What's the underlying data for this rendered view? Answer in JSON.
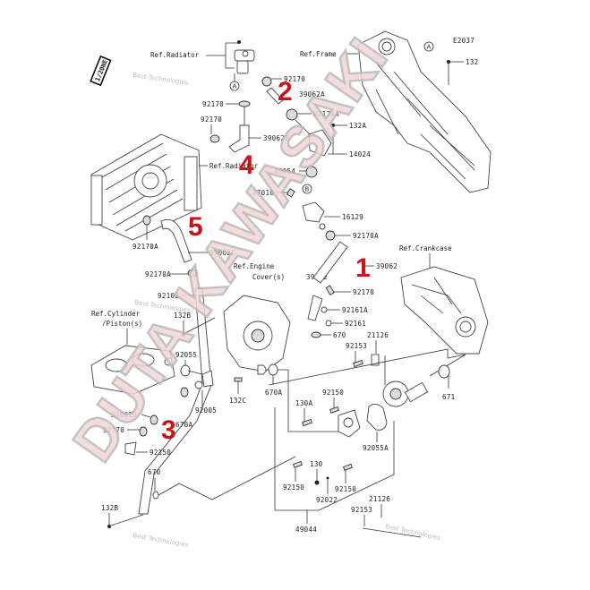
{
  "diagram": {
    "code": "E2037",
    "tag": "1/20NE",
    "watermark": "DUTA KAWASAKI",
    "faint_text": "Best Technologies",
    "references": {
      "radiator_top": "Ref.Radiator",
      "frame": "Ref.Frame",
      "radiator_mid": "Ref.Radiator",
      "crankcase": "Ref.Crankcase",
      "engine_cover_1": "Ref.Engine",
      "engine_cover_2": "Cover(s)",
      "cylinder_1": "Ref.Cylinder",
      "cylinder_2": "/Piston(s)"
    },
    "callouts": {
      "A_top": "A",
      "A_frame": "A",
      "B": "B"
    },
    "highlights": [
      "1",
      "2",
      "3",
      "4",
      "5"
    ],
    "parts": {
      "p132": "132",
      "p92170_top": "92170",
      "p39062A": "39062A",
      "p92170_a": "92170",
      "p92170A_top": "92170A",
      "p132A": "132A",
      "p92170_b": "92170",
      "p39062B": "39062B",
      "p14024": "14024",
      "p49054": "49054",
      "p27010": "27010",
      "p16129": "16129",
      "p92170A_mid": "92170A",
      "p92170A_rad": "92170A",
      "p39062C": "39062C",
      "p39062": "39062",
      "p92170A_left": "92170A",
      "p39192": "39192",
      "p92170_mid": "92170",
      "p92102": "92102",
      "p132B_top": "132B",
      "p92161A": "92161A",
      "p92161": "92161",
      "p670_top": "670",
      "p21126_top": "21126",
      "p92153_top": "92153",
      "p92055": "92055",
      "p670A_left": "670A",
      "p132C": "132C",
      "p670A": "670A",
      "p92005": "92005",
      "p671": "671",
      "p92150_top": "92150",
      "p130A": "130A",
      "p39062D": "39062D",
      "p92170_low": "92170",
      "p92055A": "92055A",
      "p92150_left": "92150",
      "p670_low": "670",
      "p92150_a": "92150",
      "p130": "130",
      "p92150_b": "92150",
      "p92022": "92022",
      "p21126_bot": "21126",
      "p92153_bot": "92153",
      "p132B_bot": "132B",
      "p49044": "49044"
    }
  }
}
